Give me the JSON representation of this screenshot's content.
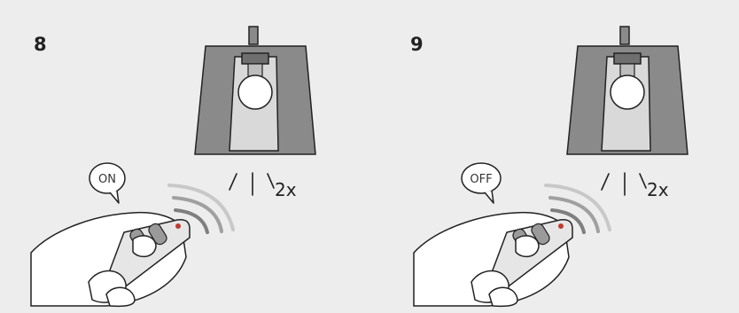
{
  "steps": [
    {
      "number": "8",
      "bubble": "ON",
      "count": "2x"
    },
    {
      "number": "9",
      "bubble": "OFF",
      "count": "2x"
    }
  ],
  "colors": {
    "background": "#ededed",
    "shade": "#8a8a8a",
    "shade_inner": "#d9d9d9",
    "bulb": "#ffffff",
    "outline": "#222222",
    "signal_waves": "#aaaaaa",
    "led": "#c0392b"
  }
}
